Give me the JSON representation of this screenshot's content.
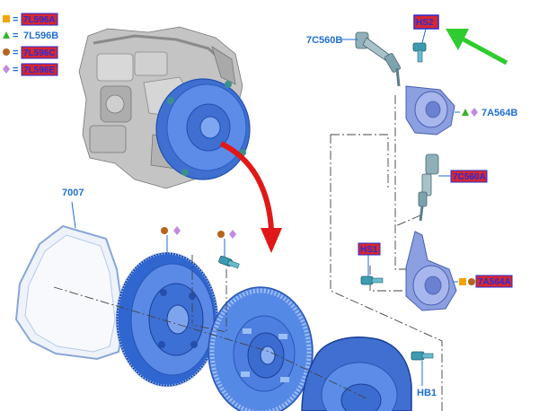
{
  "legend": [
    {
      "symbol": "square",
      "color": "#f4a300",
      "label": "7L596A",
      "highlighted": true
    },
    {
      "symbol": "triangle",
      "color": "#2fb52f",
      "label": "7L596B",
      "highlighted": false
    },
    {
      "symbol": "circle",
      "color": "#b5651d",
      "label": "7L596C",
      "highlighted": true
    },
    {
      "symbol": "diamond",
      "color": "#c08ae6",
      "label": "7L596E",
      "highlighted": true
    }
  ],
  "equals": "=",
  "labels": {
    "seal": "7007",
    "slave_line": "7C560B",
    "bolt_top": "HS2",
    "bearing_top": "7A564B",
    "line_mid": "7C560A",
    "bolt_mid": "HS1",
    "bearing_bottom": "7A564A",
    "bolt_bottom": "HB1"
  },
  "colors": {
    "part_blue": "#4f86e6",
    "part_dark": "#1f4fb0",
    "bearing": "#8c9fe0",
    "label_blue": "#1f6fd6",
    "highlight_red": "#d6282f",
    "arrow_red": "#e01818",
    "arrow_green": "#2ecc2e",
    "engine_gray": "#b9b9b9"
  }
}
